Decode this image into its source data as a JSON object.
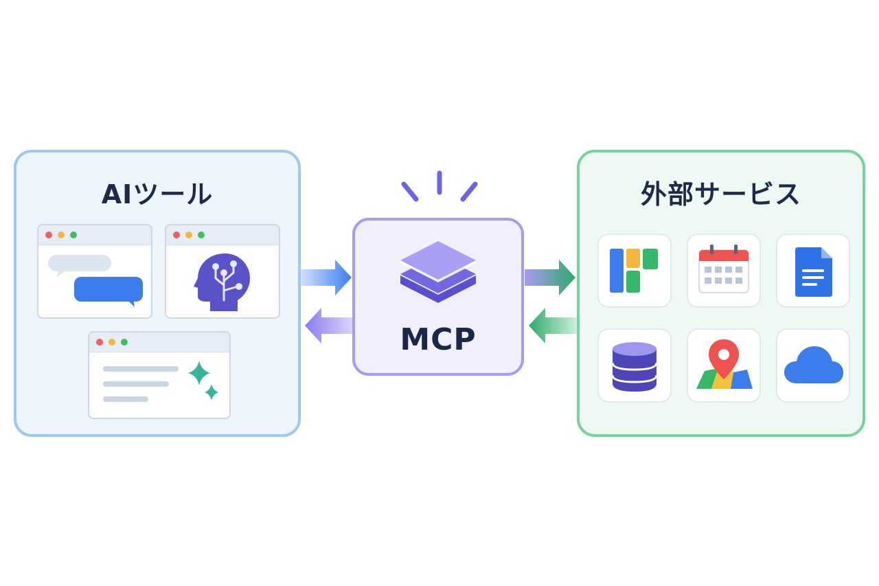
{
  "left_panel": {
    "title": "AIツール"
  },
  "center": {
    "label": "MCP"
  },
  "right_panel": {
    "title": "外部サービス",
    "services": [
      "kanban-board-icon",
      "calendar-icon",
      "document-icon",
      "database-icon",
      "map-pin-icon",
      "cloud-icon"
    ]
  },
  "colors": {
    "ai_panel_border": "#9ec8f3",
    "external_panel_border": "#77d29e",
    "mcp_border": "#a49cf0",
    "arrow_blue": "#3d7ff0",
    "arrow_purple": "#8a7cf0",
    "arrow_green": "#2eaa6a"
  }
}
